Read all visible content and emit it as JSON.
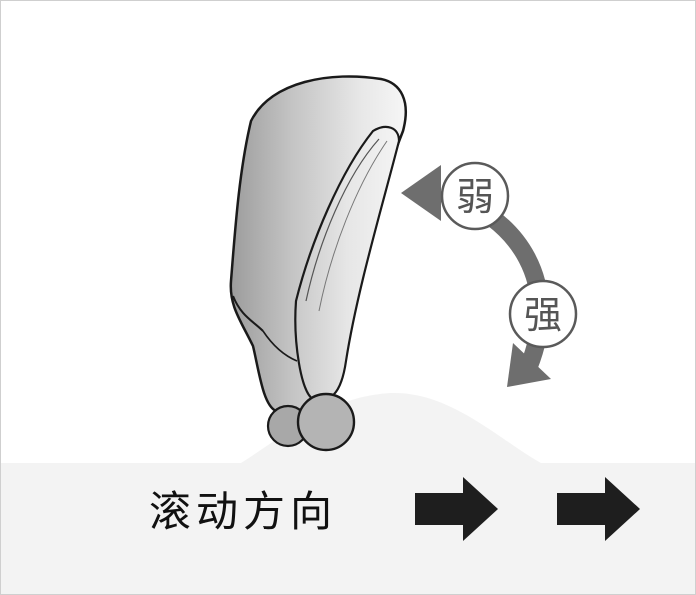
{
  "labels": {
    "weak": "弱",
    "strong": "强",
    "direction": "滚动方向"
  },
  "icons": {
    "device": "roller-device-icon",
    "curved_arrow": "curved-arrow-icon",
    "direction_arrows": [
      "right-arrow-icon",
      "right-arrow-icon"
    ]
  },
  "colors": {
    "ground": "#f3f3f3",
    "curved_arrow": "#6e6e6e",
    "direction_arrow": "#1e1e1e",
    "device_light": "#e9e9e9",
    "device_dark": "#a3a3a3"
  }
}
